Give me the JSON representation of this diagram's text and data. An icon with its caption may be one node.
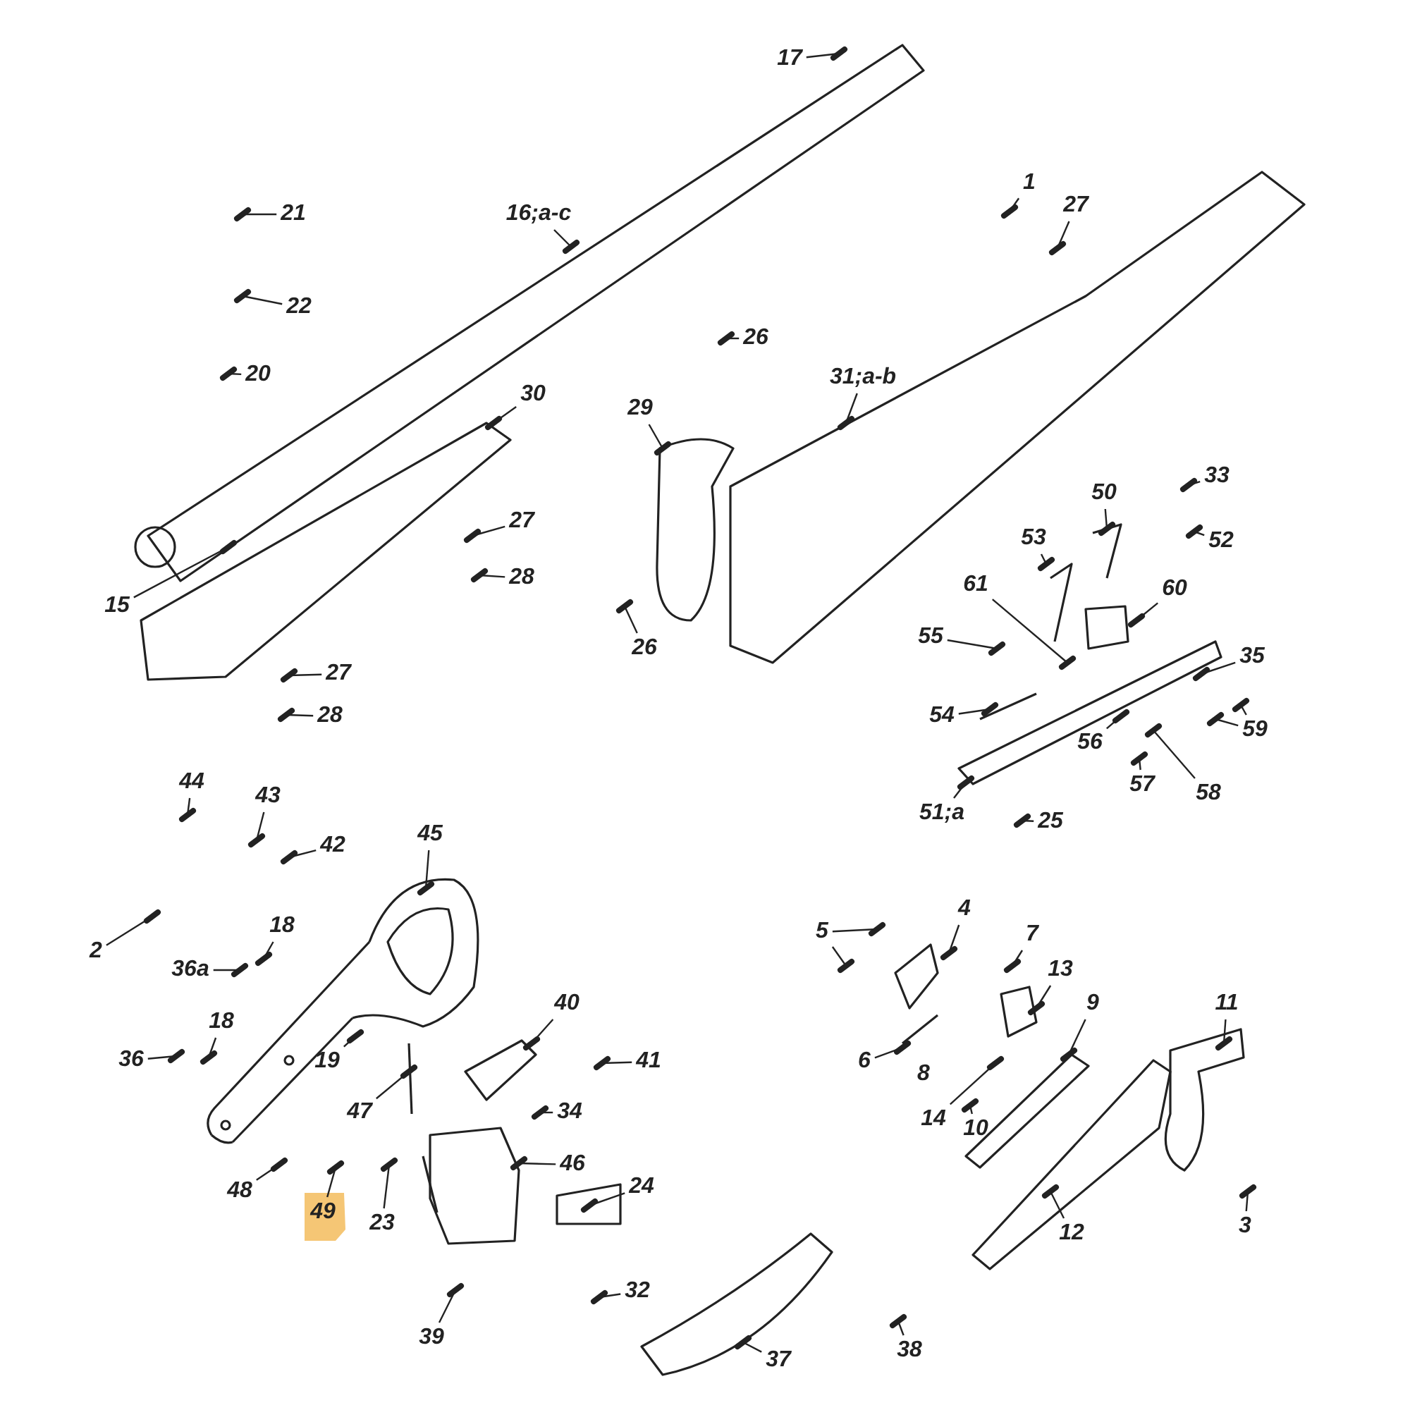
{
  "diagram": {
    "nodes": [
      {
        "text": [
          "17"
        ]
      },
      {
        "text": [
          "21"
        ]
      },
      {
        "text": [
          "16;a-c"
        ]
      },
      {
        "text": [
          "1"
        ]
      },
      {
        "text": [
          "27"
        ]
      },
      {
        "text": [
          "22"
        ]
      },
      {
        "text": [
          "26"
        ]
      },
      {
        "text": [
          "20"
        ]
      },
      {
        "text": [
          "30"
        ]
      },
      {
        "text": [
          "29"
        ]
      },
      {
        "text": [
          "31;a-b"
        ]
      },
      {
        "text": [
          "33"
        ]
      },
      {
        "text": [
          "50"
        ]
      },
      {
        "text": [
          "27"
        ]
      },
      {
        "text": [
          "53"
        ]
      },
      {
        "text": [
          "52"
        ]
      },
      {
        "text": [
          "28"
        ]
      },
      {
        "text": [
          "15"
        ]
      },
      {
        "text": [
          "61"
        ]
      },
      {
        "text": [
          "60"
        ]
      },
      {
        "text": [
          "26"
        ]
      },
      {
        "text": [
          "55"
        ]
      },
      {
        "text": [
          "35"
        ]
      },
      {
        "text": [
          "27"
        ]
      },
      {
        "text": [
          "28"
        ]
      },
      {
        "text": [
          "54"
        ]
      },
      {
        "text": [
          "59"
        ]
      },
      {
        "text": [
          "56"
        ]
      },
      {
        "text": [
          "57"
        ]
      },
      {
        "text": [
          "58"
        ]
      },
      {
        "text": [
          "51;a"
        ]
      },
      {
        "text": [
          "25"
        ]
      },
      {
        "text": [
          "44"
        ]
      },
      {
        "text": [
          "43"
        ]
      },
      {
        "text": [
          "42"
        ]
      },
      {
        "text": [
          "45"
        ]
      },
      {
        "text": [
          "5"
        ]
      },
      {
        "text": [
          "4"
        ]
      },
      {
        "text": [
          "7"
        ]
      },
      {
        "text": [
          "2"
        ]
      },
      {
        "text": [
          "18"
        ]
      },
      {
        "text": [
          "13"
        ]
      },
      {
        "text": [
          "36a"
        ]
      },
      {
        "text": [
          "40"
        ]
      },
      {
        "text": [
          "9"
        ]
      },
      {
        "text": [
          "11"
        ]
      },
      {
        "text": [
          "6"
        ]
      },
      {
        "text": [
          "18"
        ]
      },
      {
        "text": [
          "41"
        ]
      },
      {
        "text": [
          "19"
        ]
      },
      {
        "text": [
          "36"
        ]
      },
      {
        "text": [
          "34"
        ]
      },
      {
        "text": [
          "47"
        ]
      },
      {
        "text": [
          "14"
        ]
      },
      {
        "text": [
          "10"
        ]
      },
      {
        "text": [
          "48"
        ]
      },
      {
        "text": [
          "46"
        ]
      },
      {
        "text": [
          "49"
        ]
      },
      {
        "text": [
          "23"
        ]
      },
      {
        "text": [
          "24"
        ]
      },
      {
        "text": [
          "12"
        ]
      },
      {
        "text": [
          "3"
        ]
      },
      {
        "text": [
          "32"
        ]
      },
      {
        "text": [
          "39"
        ]
      },
      {
        "text": [
          "37"
        ]
      },
      {
        "text": [
          "38"
        ]
      }
    ],
    "edges": [
      {
        "from": 0,
        "to": null,
        "arrow": "none"
      },
      {
        "from": 1,
        "to": null,
        "arrow": "none"
      },
      {
        "from": 2,
        "to": null,
        "arrow": "none"
      },
      {
        "from": 3,
        "to": null,
        "arrow": "none"
      },
      {
        "from": 4,
        "to": null,
        "arrow": "none"
      },
      {
        "from": 5,
        "to": null,
        "arrow": "none"
      },
      {
        "from": 6,
        "to": null,
        "arrow": "none"
      },
      {
        "from": 7,
        "to": null,
        "arrow": "none"
      },
      {
        "from": 8,
        "to": null,
        "arrow": "none"
      },
      {
        "from": 9,
        "to": null,
        "arrow": "none"
      },
      {
        "from": 10,
        "to": null,
        "arrow": "none"
      },
      {
        "from": 11,
        "to": null,
        "arrow": "none"
      },
      {
        "from": 12,
        "to": null,
        "arrow": "none"
      },
      {
        "from": 13,
        "to": null,
        "arrow": "none"
      },
      {
        "from": 14,
        "to": null,
        "arrow": "none"
      },
      {
        "from": 15,
        "to": null,
        "arrow": "none"
      },
      {
        "from": 16,
        "to": null,
        "arrow": "none"
      },
      {
        "from": 17,
        "to": null,
        "arrow": "none"
      },
      {
        "from": 18,
        "to": null,
        "arrow": "none"
      },
      {
        "from": 19,
        "to": null,
        "arrow": "none"
      },
      {
        "from": 20,
        "to": null,
        "arrow": "none"
      },
      {
        "from": 21,
        "to": null,
        "arrow": "none"
      },
      {
        "from": 22,
        "to": null,
        "arrow": "none"
      },
      {
        "from": 23,
        "to": null,
        "arrow": "none"
      },
      {
        "from": 24,
        "to": null,
        "arrow": "none"
      },
      {
        "from": 25,
        "to": null,
        "arrow": "none"
      },
      {
        "from": 26,
        "to": null,
        "arrow": "none"
      },
      {
        "from": 26,
        "to": null,
        "arrow": "none"
      },
      {
        "from": 27,
        "to": null,
        "arrow": "none"
      },
      {
        "from": 28,
        "to": null,
        "arrow": "none"
      },
      {
        "from": 29,
        "to": null,
        "arrow": "none"
      },
      {
        "from": 30,
        "to": null,
        "arrow": "none"
      },
      {
        "from": 31,
        "to": null,
        "arrow": "none"
      },
      {
        "from": 32,
        "to": null,
        "arrow": "none"
      },
      {
        "from": 33,
        "to": null,
        "arrow": "none"
      },
      {
        "from": 34,
        "to": null,
        "arrow": "none"
      },
      {
        "from": 35,
        "to": null,
        "arrow": "none"
      },
      {
        "from": 36,
        "to": null,
        "arrow": "none"
      },
      {
        "from": 36,
        "to": null,
        "arrow": "none"
      },
      {
        "from": 37,
        "to": null,
        "arrow": "none"
      },
      {
        "from": 38,
        "to": null,
        "arrow": "none"
      },
      {
        "from": 39,
        "to": null,
        "arrow": "none"
      },
      {
        "from": 40,
        "to": null,
        "arrow": "none"
      },
      {
        "from": 41,
        "to": null,
        "arrow": "none"
      },
      {
        "from": 42,
        "to": null,
        "arrow": "none"
      },
      {
        "from": 43,
        "to": null,
        "arrow": "none"
      },
      {
        "from": 44,
        "to": null,
        "arrow": "none"
      },
      {
        "from": 45,
        "to": null,
        "arrow": "none"
      },
      {
        "from": 46,
        "to": null,
        "arrow": "none"
      },
      {
        "from": 47,
        "to": null,
        "arrow": "none"
      },
      {
        "from": 48,
        "to": null,
        "arrow": "none"
      },
      {
        "from": 49,
        "to": null,
        "arrow": "none"
      },
      {
        "from": 50,
        "to": null,
        "arrow": "none"
      },
      {
        "from": 51,
        "to": null,
        "arrow": "none"
      },
      {
        "from": 52,
        "to": null,
        "arrow": "none"
      },
      {
        "from": 53,
        "to": null,
        "arrow": "none"
      },
      {
        "from": 54,
        "to": null,
        "arrow": "none"
      },
      {
        "from": 55,
        "to": null,
        "arrow": "none"
      },
      {
        "from": 56,
        "to": null,
        "arrow": "none"
      },
      {
        "from": 57,
        "to": null,
        "arrow": "none"
      },
      {
        "from": 58,
        "to": null,
        "arrow": "none"
      },
      {
        "from": 59,
        "to": null,
        "arrow": "none"
      },
      {
        "from": 60,
        "to": null,
        "arrow": "none"
      },
      {
        "from": 61,
        "to": null,
        "arrow": "none"
      },
      {
        "from": 62,
        "to": null,
        "arrow": "none"
      },
      {
        "from": 63,
        "to": null,
        "arrow": "none"
      },
      {
        "from": 64,
        "to": null,
        "arrow": "none"
      },
      {
        "from": 65,
        "to": null,
        "arrow": "none"
      }
    ],
    "labels": [
      "8"
    ]
  }
}
